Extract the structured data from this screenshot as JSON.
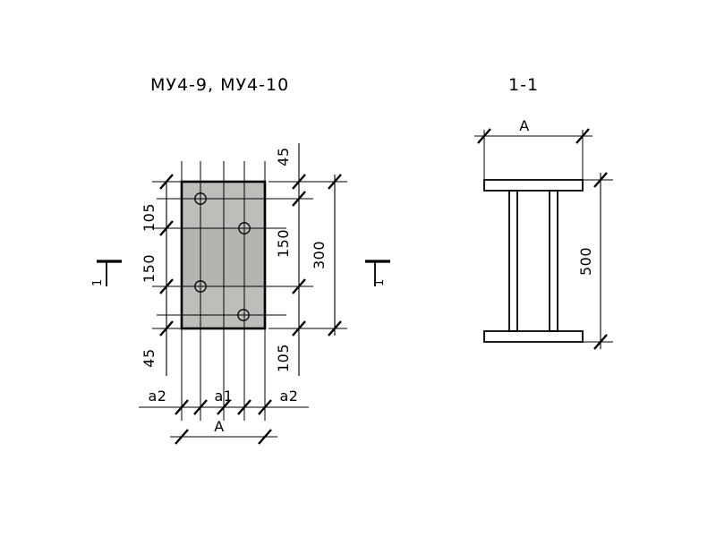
{
  "drawing": {
    "background_color": "#ffffff",
    "line_color": "#000000",
    "plate_fill_color": "#b4b4b0",
    "plate_fill_color_light": "#bdbdb9",
    "steel_fill_color": "#b9b9b5"
  },
  "plan_view": {
    "title": "МУ4-9, МУ4-10",
    "section_mark_left": "1",
    "section_mark_right": "1",
    "vertical_dims_left": [
      {
        "label": "105"
      },
      {
        "label": "150"
      },
      {
        "label": "45"
      }
    ],
    "vertical_dims_right": [
      {
        "label": "45"
      },
      {
        "label": "150"
      },
      {
        "label": "105"
      }
    ],
    "overall_vertical_dim": "300",
    "horizontal_dims": [
      {
        "label": "a2"
      },
      {
        "label": "a1"
      },
      {
        "label": "a2"
      }
    ],
    "overall_horizontal_dim": "A",
    "hole_count": 4
  },
  "section_view": {
    "title": "1-1",
    "width_dim": "A",
    "height_dim": "500"
  }
}
